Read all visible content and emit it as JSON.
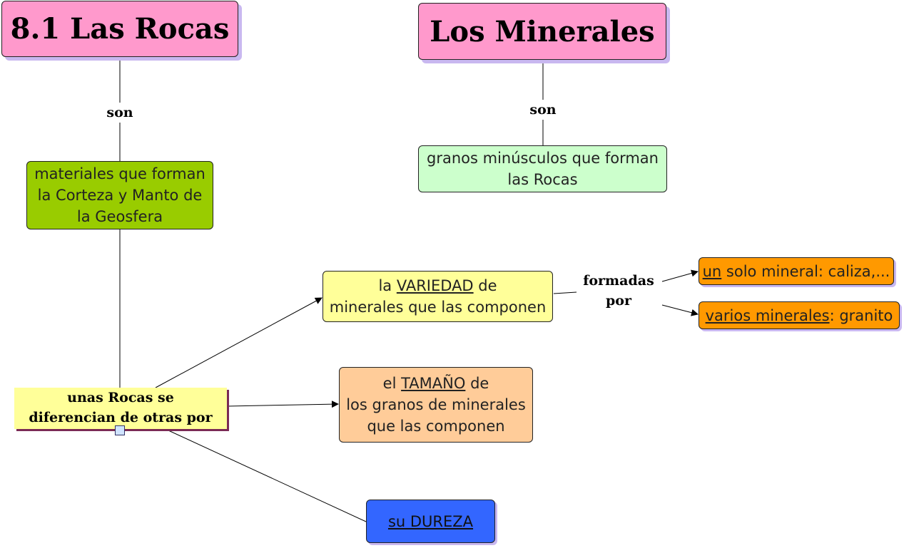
{
  "rocas": {
    "title": "8.1 Las Rocas",
    "link_son": "son",
    "definition": [
      "materiales que forman",
      "la Corteza y Manto de",
      "la Geosfera"
    ],
    "differ_label": [
      "unas Rocas se",
      "diferencian de otras por"
    ]
  },
  "minerales": {
    "title": "Los Minerales",
    "link_son": "son",
    "definition": [
      "granos minúsculos que forman",
      "las Rocas"
    ]
  },
  "variedad": {
    "prefix": "la ",
    "keyword": "VARIEDAD",
    "suffix": " de",
    "line2": "minerales que las componen",
    "link": [
      "formadas",
      "por"
    ]
  },
  "un_mineral": {
    "keyword": "un",
    "rest": " solo mineral: caliza,..."
  },
  "varios": {
    "keyword": "varios minerales",
    "rest": ": granito"
  },
  "tamano": {
    "prefix": "el ",
    "keyword": "TAMAÑO",
    "suffix": " de",
    "line2": "los granos de minerales",
    "line3": "que las componen"
  },
  "dureza": {
    "label": "su DUREZA"
  },
  "colors": {
    "title_pink": "#ff99cc",
    "green_dark": "#99cc00",
    "green_light": "#ccffcc",
    "yellow_light": "#ffff99",
    "orange": "#ff9900",
    "peach": "#ffcc99",
    "blue": "#3366ff"
  }
}
